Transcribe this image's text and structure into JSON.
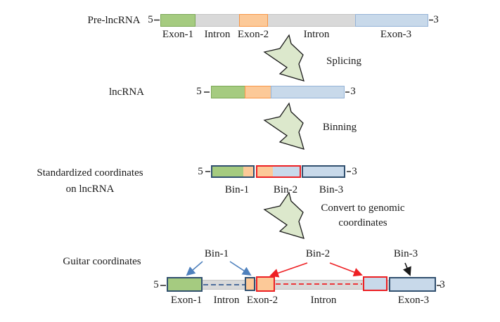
{
  "palette": {
    "green_fill": "#a5cb80",
    "green_border": "#7aa755",
    "orange_fill": "#fcc998",
    "orange_border": "#f79646",
    "blue_fill": "#c8d9ea",
    "blue_border": "#95b3d7",
    "gray_fill": "#d9d9d9",
    "gray_border": "#c3c3c3",
    "navy_border": "#31506f",
    "red_border": "#ec2024",
    "arrow_fill": "#dce8cc",
    "arrow_stroke": "#1a1a1a",
    "callout_blue": "#4f81bd",
    "dashed_blue": "#3a5f94",
    "callout_red": "#ee2024",
    "callout_black": "#1a1a1a",
    "tick_color": "#1a1a1a",
    "text_color": "#1a1a1a"
  },
  "rows": {
    "pre": {
      "label": "Pre-lncRNA",
      "five": "5",
      "three": "3",
      "below": [
        "Exon-1",
        "Intron",
        "Exon-2",
        "Intron",
        "Exon-3"
      ]
    },
    "lnc": {
      "label": "lncRNA",
      "five": "5",
      "three": "3"
    },
    "std": {
      "label_line1": "Standardized coordinates",
      "label_line2": "on lncRNA",
      "five": "5",
      "three": "3",
      "below": [
        "Bin-1",
        "Bin-2",
        "Bin-3"
      ]
    },
    "guitar": {
      "label": "Guitar coordinates",
      "five": "5",
      "three": "3",
      "callouts": [
        "Bin-1",
        "Bin-2",
        "Bin-3"
      ],
      "below": [
        "Exon-1",
        "Intron",
        "Exon-2",
        "Intron",
        "Exon-3"
      ]
    }
  },
  "steps": {
    "splicing": {
      "label": "Splicing"
    },
    "binning": {
      "label": "Binning"
    },
    "convert": {
      "label_line1": "Convert to genomic",
      "label_line2": "coordinates"
    }
  }
}
